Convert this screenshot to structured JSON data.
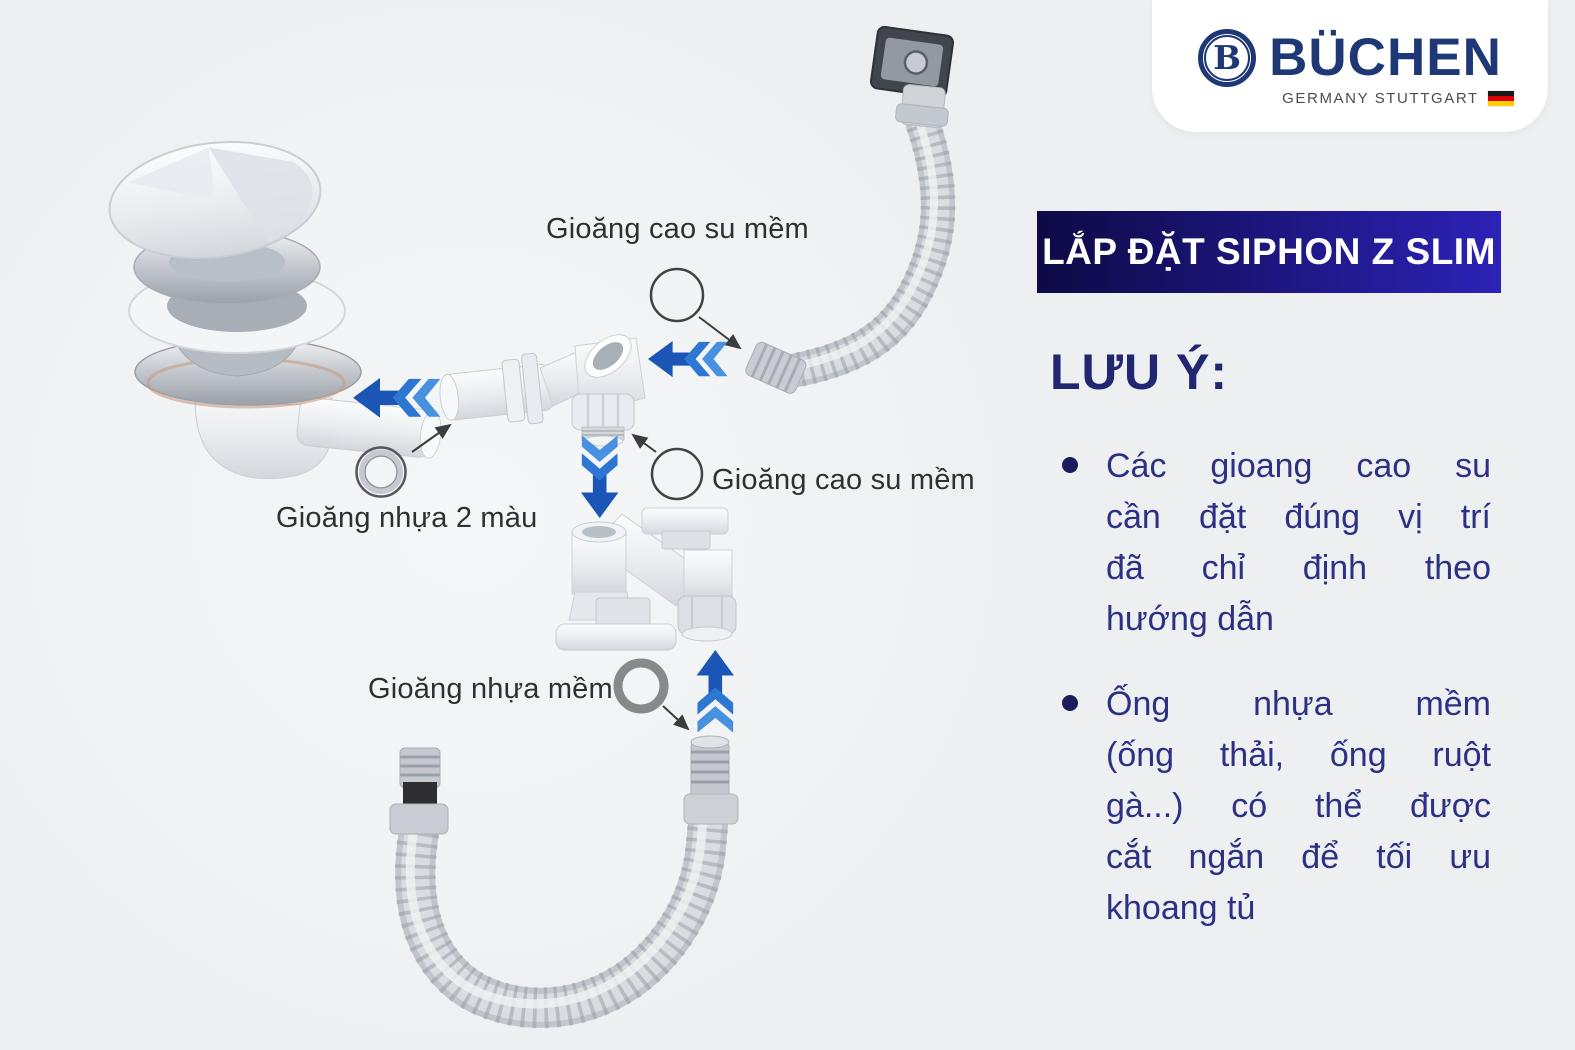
{
  "brand": {
    "name": "BÜCHEN",
    "subtitle": "GERMANY STUTTGART",
    "badge_letter": "B",
    "navy": "#1e3876"
  },
  "panel": {
    "title": "LẮP ĐẶT SIPHON Z SLIM",
    "note_heading": "LƯU Ý:",
    "notes": [
      {
        "text": "Các gioang cao su cần đặt đúng vị trí đã chỉ định theo hướng dẫn",
        "lines": [
          "Các gioang cao su",
          "cần đặt đúng vị trí",
          "đã chỉ định theo",
          "hướng dẫn"
        ]
      },
      {
        "text": "Ống nhựa mềm (ống thải, ống ruột gà...) có thể được cắt ngắn để tối ưu khoang tủ",
        "lines": [
          "Ống nhựa mềm",
          "(ống thải, ống ruột",
          "gà...) có thể được",
          "cắt ngắn để tối ưu",
          "khoang tủ"
        ]
      }
    ]
  },
  "diagram": {
    "labels": {
      "rubber_gasket_top": "Gioăng cao su mềm",
      "two_color_gasket": "Gioăng nhựa 2 màu",
      "rubber_gasket_mid": "Gioăng cao su mềm",
      "soft_plastic_gasket": "Gioăng nhựa mềm"
    },
    "colors": {
      "flow_arrow_head": "#1b55b5",
      "flow_arrow_chevron": "#2d76d2",
      "annotation": "#3a3d40"
    }
  },
  "colors": {
    "background": "#edeff1",
    "banner_from": "#0d0a45",
    "banner_to": "#2c22b7",
    "note_text": "#2d3184"
  }
}
